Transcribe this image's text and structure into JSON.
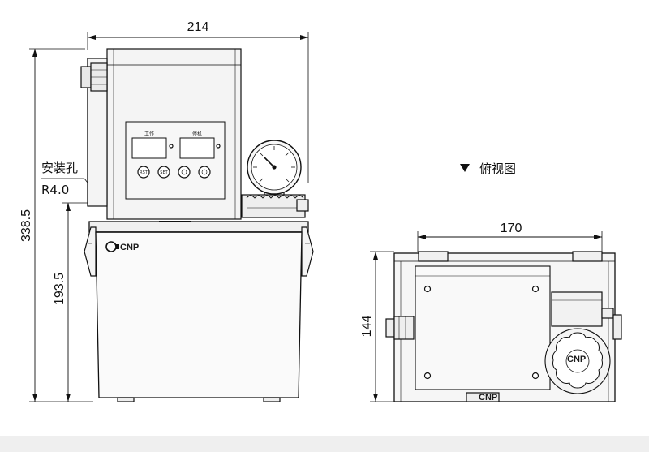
{
  "front_view": {
    "width_dim": "214",
    "height_dim": "338.5",
    "tank_height_dim": "193.5",
    "hole_label": "安装孔",
    "hole_radius": "R4.0",
    "panel_label_left": "工作",
    "panel_label_right": "停机",
    "buttons": [
      "RST",
      "SET",
      "",
      ""
    ],
    "brand": "CNP"
  },
  "top_view": {
    "title": "俯视图",
    "width_dim": "170",
    "height_dim": "144",
    "brand": "CNP"
  },
  "colors": {
    "line": "#111111",
    "body_fill": "#f2f2f2",
    "panel_fill": "#f7f7f7",
    "footer": "#efefef"
  }
}
